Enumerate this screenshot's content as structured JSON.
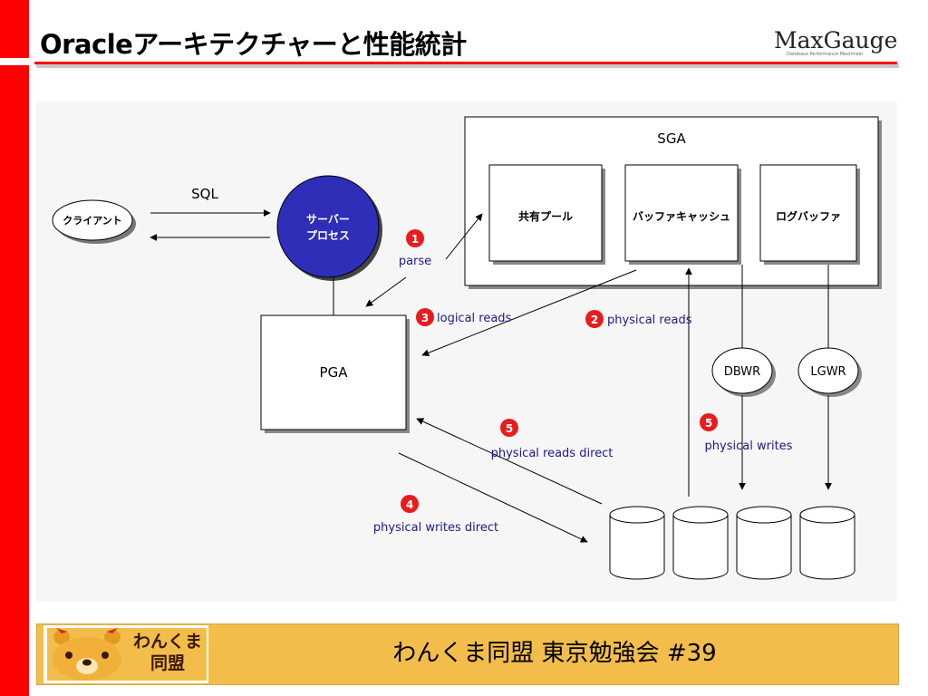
{
  "slide": {
    "title": "Oracleアーキテクチャーと性能統計",
    "logo": "MaxGauge",
    "logo_tagline": "Database Performance Maximizer"
  },
  "diagram": {
    "client_label": "クライアント",
    "sql_label": "SQL",
    "server_process": [
      "サーバー",
      "プロセス"
    ],
    "sga_label": "SGA",
    "shared_pool_label": "共有プール",
    "buffer_cache_label": "バッファキャッシュ",
    "log_buffer_label": "ログバッファ",
    "pga_label": "PGA",
    "dbwr_label": "DBWR",
    "lgwr_label": "LGWR",
    "steps": {
      "parse": {
        "num": "1",
        "label": "parse"
      },
      "logical_reads": {
        "num": "3",
        "label": "logical reads"
      },
      "physical_reads": {
        "num": "2",
        "label": "physical reads"
      },
      "physical_reads_direct": {
        "num": "5",
        "label": "physical reads direct"
      },
      "physical_writes": {
        "num": "5",
        "label": "physical writes"
      },
      "physical_writes_direct": {
        "num": "4",
        "label": "physical writes direct"
      }
    }
  },
  "footer": {
    "mascot_text": [
      "わんくま",
      "同盟"
    ],
    "text": "わんくま同盟 東京勉強会 #39"
  },
  "colors": {
    "accent_red": "#ff0000",
    "server_process_fill": "#2e2eb8",
    "badge_red": "#e81c1c",
    "label_blue": "#1a1a8c",
    "footer_bg": "#f2bd4a"
  }
}
